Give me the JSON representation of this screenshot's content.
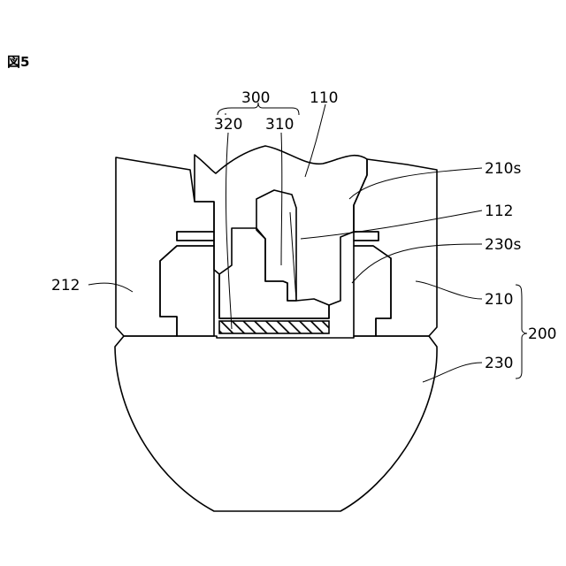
{
  "figure": {
    "title": "図5",
    "labels": {
      "l300": "300",
      "l110": "110",
      "l320": "320",
      "l310": "310",
      "l210s": "210s",
      "l112": "112",
      "l230s": "230s",
      "l212": "212",
      "l210": "210",
      "l200": "200",
      "l230": "230"
    }
  }
}
